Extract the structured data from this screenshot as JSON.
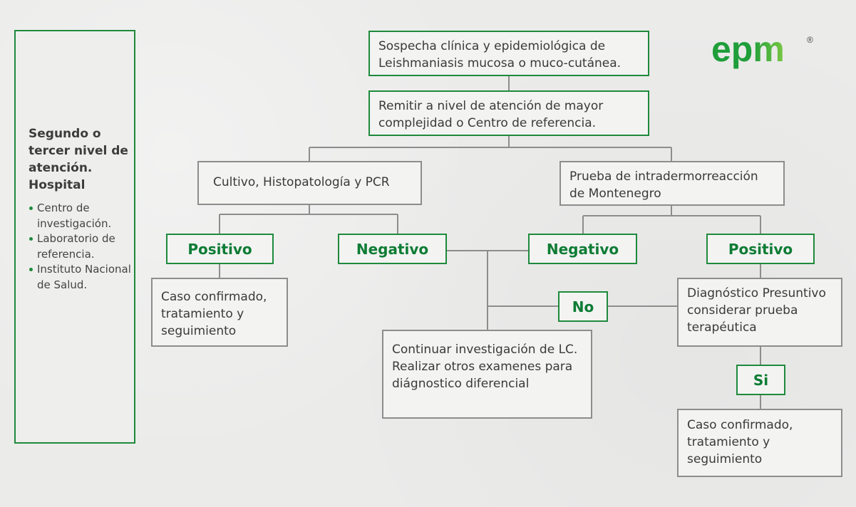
{
  "colors": {
    "accent_green": "#1e8a3c",
    "logo_green": "#1f9e3a",
    "logo_lime": "#7ac943",
    "line_gray": "#8d8d8d"
  },
  "logo": {
    "text": "epm",
    "reg": "®"
  },
  "sidebar": {
    "title": "Segundo o tercer nivel de atención. Hospital",
    "items": [
      "Centro de investigación.",
      "Laboratorio de referencia.",
      "Instituto Nacional de Salud."
    ]
  },
  "nodes": {
    "suspicion": "Sospecha clínica y epidemiológica de Leishmaniasis mucosa o muco-cutánea.",
    "refer": "Remitir a nivel de atención de mayor complejidad o Centro de referencia.",
    "culture": "Cultivo, Histopatología y PCR",
    "montenegro": "Prueba de intradermorreacción de Montenegro",
    "confirmed_left": "Caso confirmado, tratamiento y seguimiento",
    "continue_investigation": "Continuar investigación de LC. Realizar otros examenes para diágnostico diferencial",
    "presumptive": "Diagnóstico Presuntivo considerar prueba terapéutica",
    "confirmed_right": "Caso confirmado, tratamiento y seguimiento"
  },
  "labels": {
    "positive_left": "Positivo",
    "negative_left": "Negativo",
    "negative_right": "Negativo",
    "positive_right": "Positivo",
    "no": "No",
    "si": "Si"
  }
}
